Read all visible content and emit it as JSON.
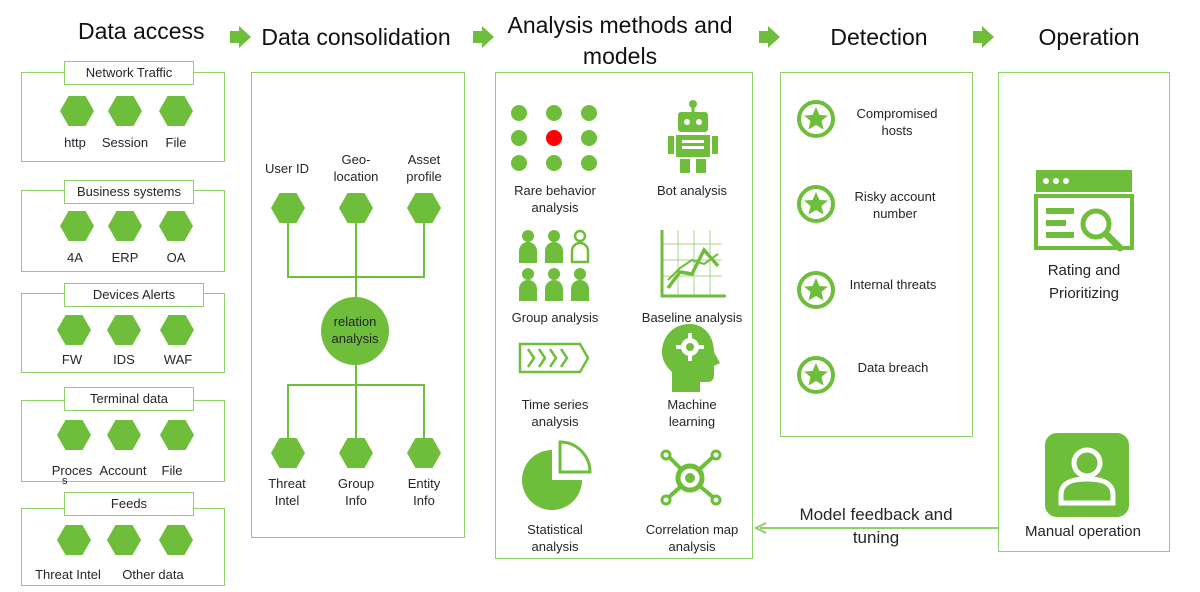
{
  "headers": {
    "data_access": "Data access",
    "data_consolidation": "Data consolidation",
    "analysis_line1": "Analysis methods and",
    "analysis_line2": "models",
    "detection": "Detection",
    "operation": "Operation"
  },
  "data_access": {
    "groups": [
      {
        "title": "Network Traffic",
        "items": [
          "http",
          "Session",
          "File"
        ]
      },
      {
        "title": "Business systems",
        "items": [
          "4A",
          "ERP",
          "OA"
        ]
      },
      {
        "title": "Devices Alerts",
        "items": [
          "FW",
          "IDS",
          "WAF"
        ]
      },
      {
        "title": "Terminal data",
        "items": [
          "Proces",
          "Account",
          "File"
        ],
        "overflow": "s"
      },
      {
        "title": "Feeds",
        "items": [
          "Threat Intel",
          "Other data"
        ]
      }
    ]
  },
  "consolidation": {
    "top": [
      {
        "line1": "User ID",
        "line2": ""
      },
      {
        "line1": "Geo-",
        "line2": "location"
      },
      {
        "line1": "Asset",
        "line2": "profile"
      }
    ],
    "center_line1": "relation",
    "center_line2": "analysis",
    "bottom": [
      {
        "line1": "Threat",
        "line2": "Intel"
      },
      {
        "line1": "Group",
        "line2": "Info"
      },
      {
        "line1": "Entity",
        "line2": "Info"
      }
    ]
  },
  "analysis": {
    "methods": [
      {
        "icon": "dot-grid-icon",
        "line1": "Rare behavior",
        "line2": "analysis"
      },
      {
        "icon": "robot-icon",
        "line1": "Bot analysis",
        "line2": ""
      },
      {
        "icon": "group-people-icon",
        "line1": "Group analysis",
        "line2": ""
      },
      {
        "icon": "line-chart-icon",
        "line1": "Baseline analysis",
        "line2": ""
      },
      {
        "icon": "chevron-timeline-icon",
        "line1": "Time series",
        "line2": "analysis"
      },
      {
        "icon": "head-gear-icon",
        "line1": "Machine",
        "line2": "learning"
      },
      {
        "icon": "pie-chart-icon",
        "line1": "Statistical",
        "line2": "analysis"
      },
      {
        "icon": "network-hub-icon",
        "line1": "Correlation map",
        "line2": "analysis"
      }
    ]
  },
  "detection": {
    "items": [
      {
        "line1": "Compromised",
        "line2": "hosts"
      },
      {
        "line1": "Risky account",
        "line2": "number"
      },
      {
        "line1": "Internal threats",
        "line2": ""
      },
      {
        "line1": "Data breach",
        "line2": ""
      }
    ]
  },
  "operation": {
    "rating_line1": "Rating and",
    "rating_line2": "Prioritizing",
    "manual": "Manual operation"
  },
  "feedback": {
    "line1": "Model feedback  and",
    "line2": "tuning"
  },
  "colors": {
    "accent": "#6ebd3b",
    "border": "#8fcf6a",
    "highlight": "#ff0000"
  }
}
